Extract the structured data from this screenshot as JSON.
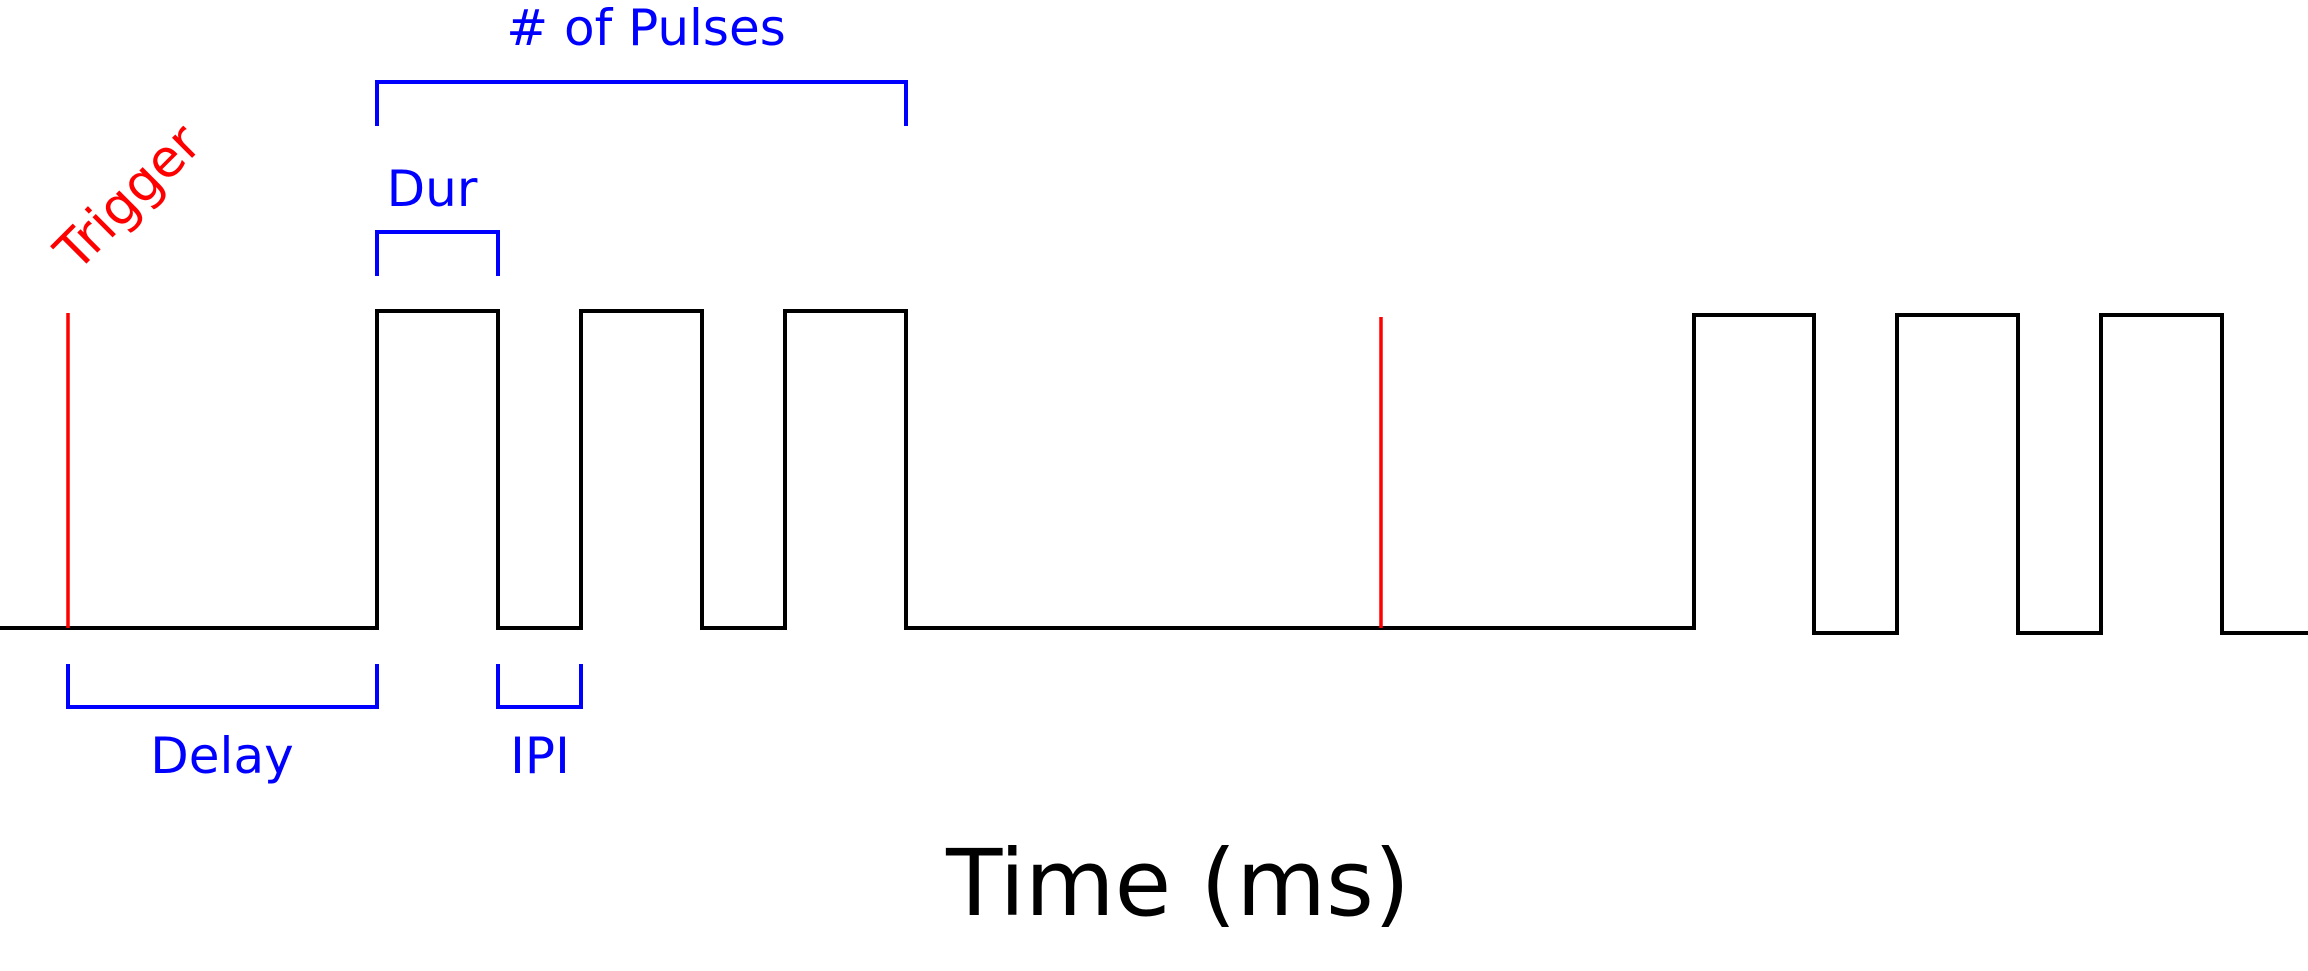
{
  "labels": {
    "trigger": "Trigger",
    "pulses": "# of Pulses",
    "duration": "Dur",
    "delay": "Delay",
    "ipi": "IPI",
    "x_axis": "Time (ms)"
  },
  "colors": {
    "signal": "#000000",
    "trigger": "#ff0000",
    "annotation": "#0000ff"
  }
}
